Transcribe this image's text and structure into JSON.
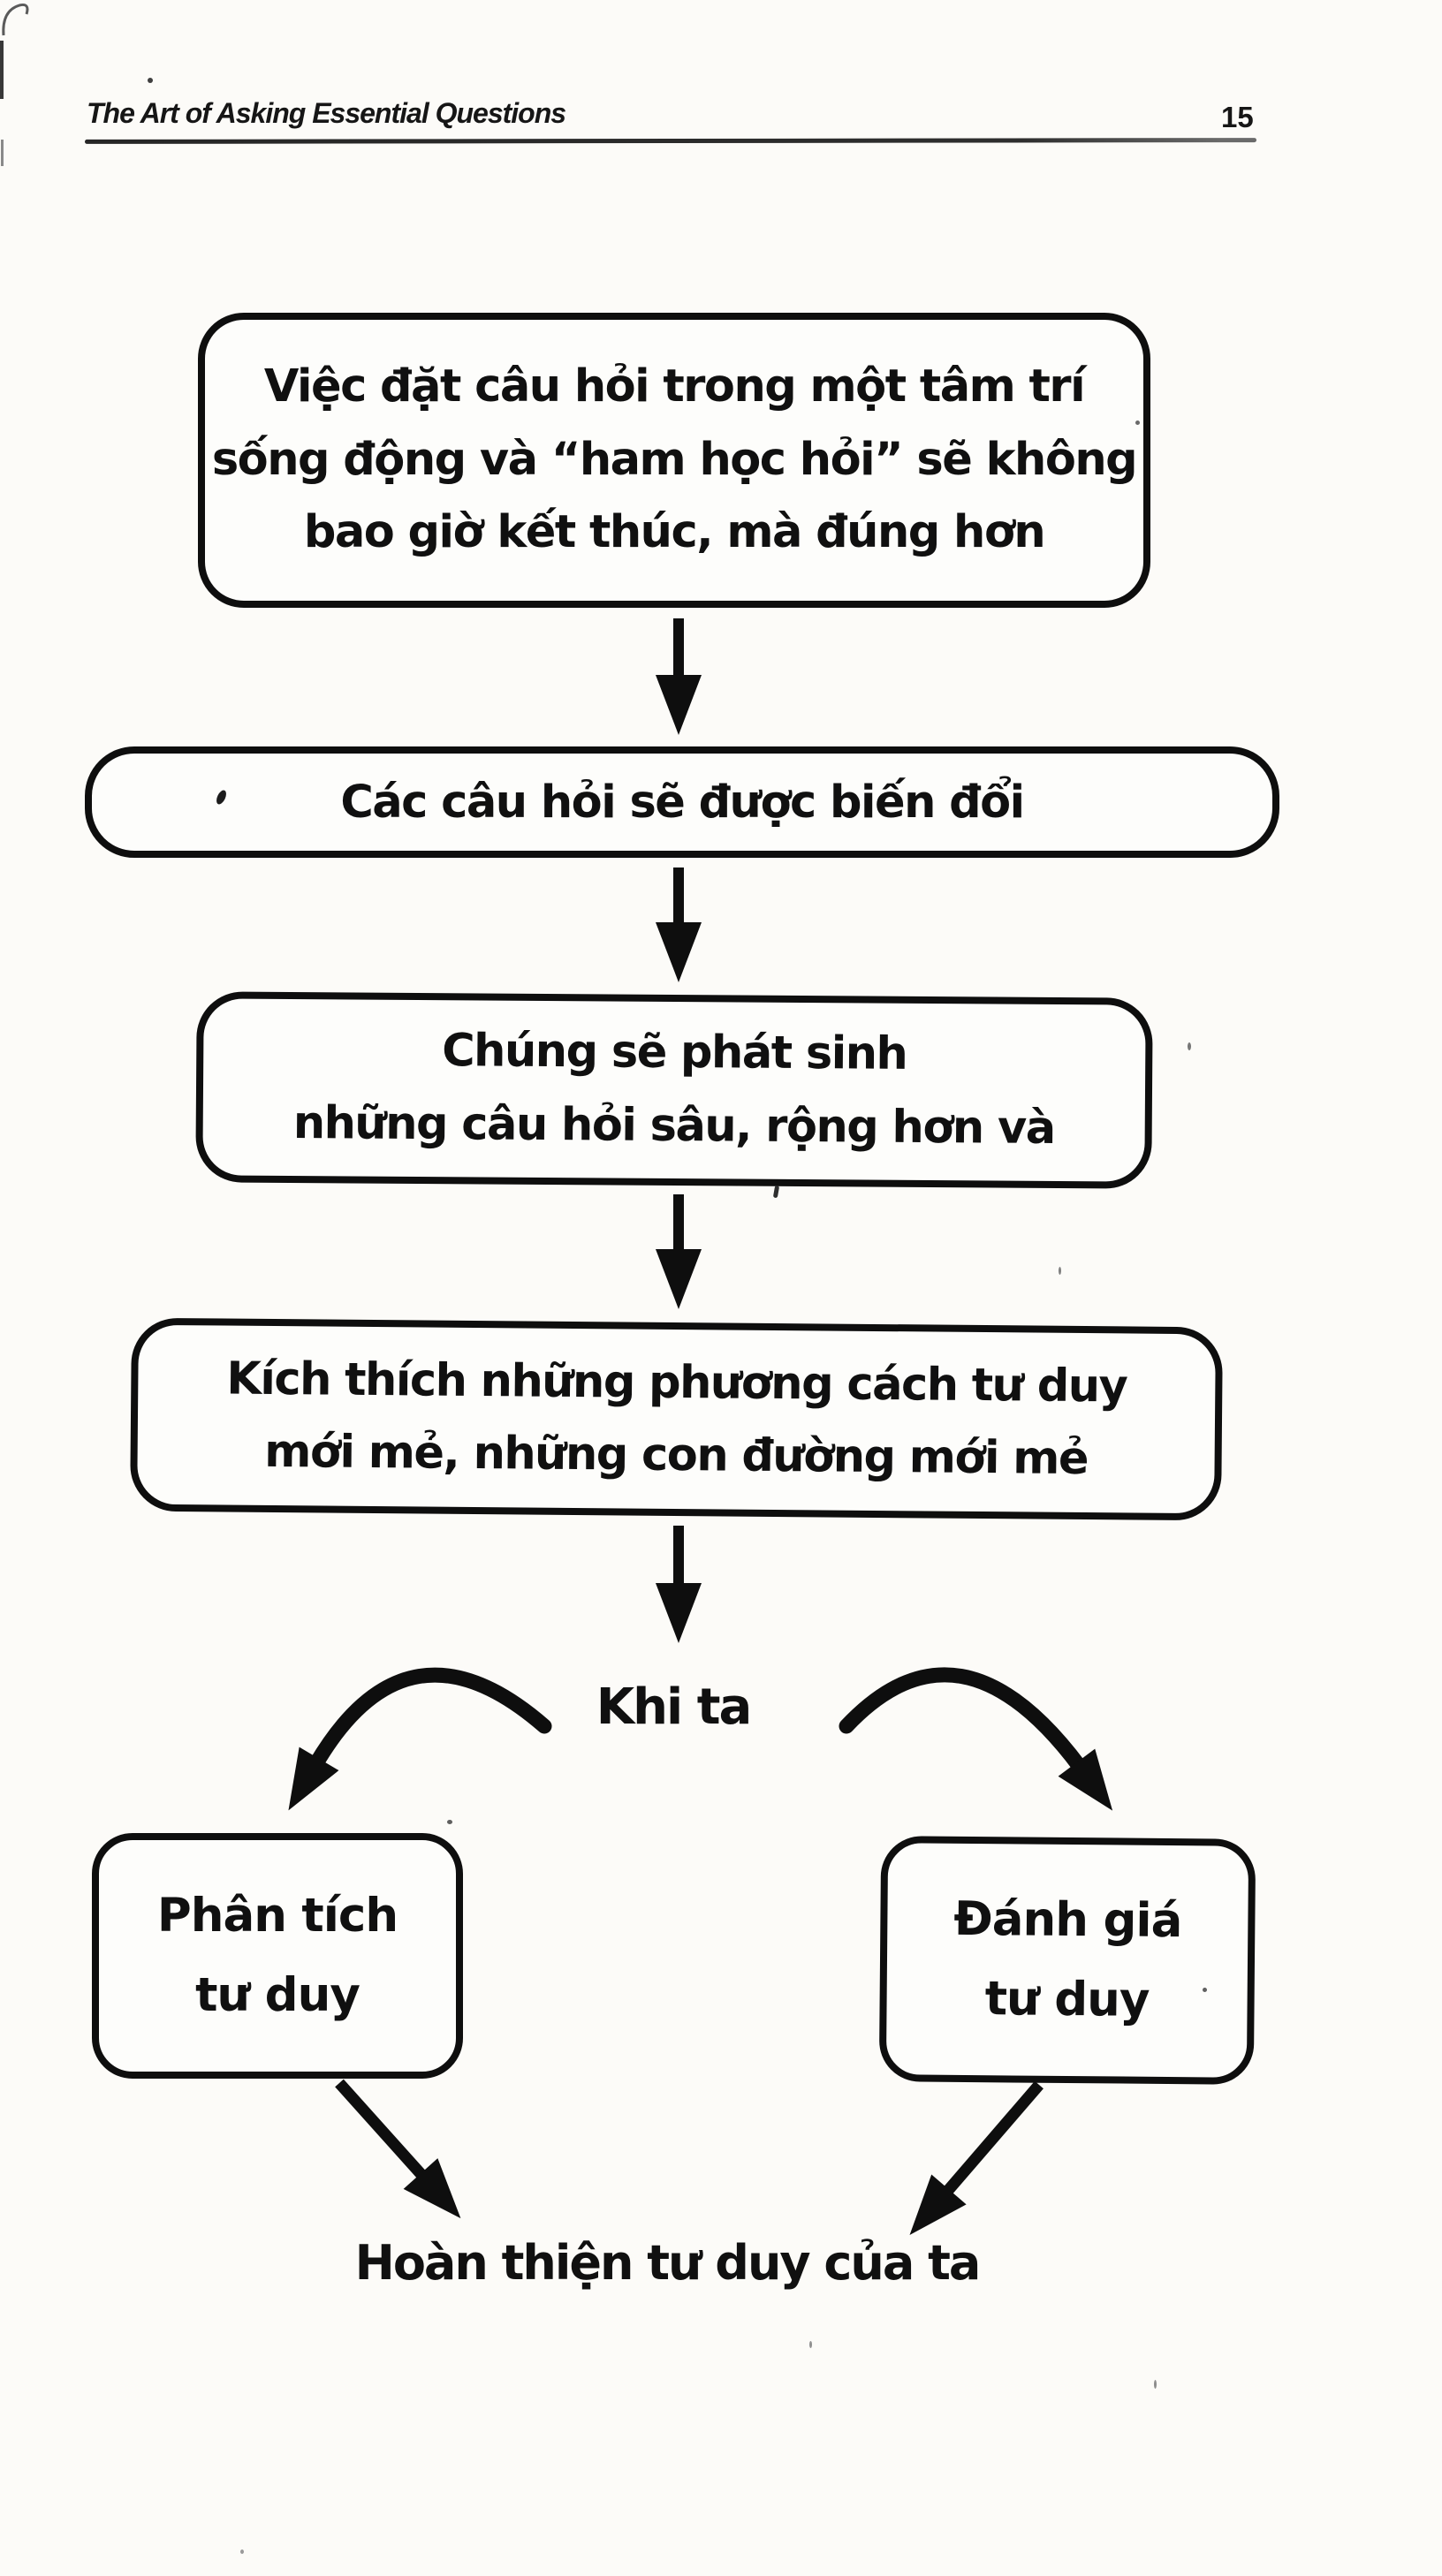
{
  "header": {
    "title": "The Art of Asking Essential Questions",
    "page_number": "15"
  },
  "flowchart": {
    "box1": {
      "lines": [
        "Việc đặt câu hỏi trong một tâm trí",
        "sống động và “ham học hỏi” sẽ không",
        "bao giờ kết thúc, mà đúng hơn"
      ]
    },
    "box2": {
      "lines": [
        "Các câu hỏi sẽ được biến đổi"
      ]
    },
    "box3": {
      "lines": [
        "Chúng sẽ phát sinh",
        "những câu hỏi sâu, rộng hơn và"
      ]
    },
    "box4": {
      "lines": [
        "Kích thích những phương cách tư duy",
        "mới mẻ, những con đường mới mẻ"
      ]
    },
    "branch_label": "Khi ta",
    "left_box": {
      "lines": [
        "Phân tích",
        "tư duy"
      ]
    },
    "right_box": {
      "lines": [
        "Đánh giá",
        "tư duy"
      ]
    },
    "conclusion": "Hoàn thiện tư duy của ta"
  },
  "colors": {
    "ink": "#101010",
    "paper": "#fcfbf8",
    "rule": "#2b2b2b"
  }
}
